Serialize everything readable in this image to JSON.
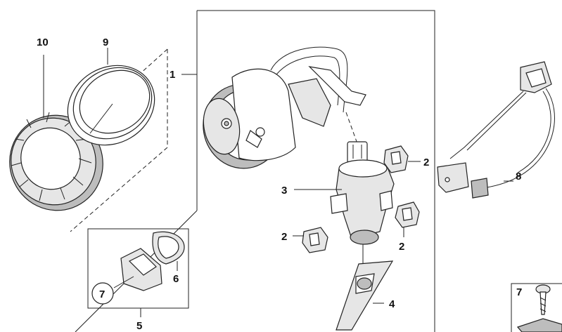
{
  "labels": {
    "l1": "1",
    "l2a": "2",
    "l2b": "2",
    "l2c": "2",
    "l3": "3",
    "l4": "4",
    "l5": "5",
    "l6": "6",
    "l7a": "7",
    "l7b": "7",
    "l8": "8",
    "l9": "9",
    "l10": "10"
  }
}
